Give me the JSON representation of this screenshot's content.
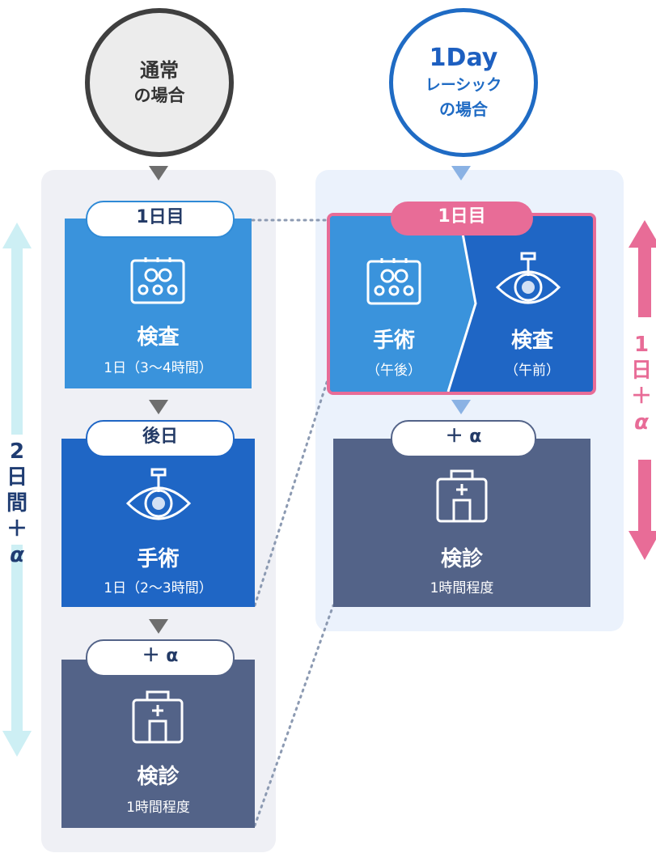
{
  "normal": {
    "header": {
      "line1": "通常",
      "line2": "の場合"
    },
    "steps": [
      {
        "tag": "1日目",
        "title": "検査",
        "sub": "1日（3〜4時間）"
      },
      {
        "tag": "後日",
        "title": "手術",
        "sub": "1日（2〜3時間）"
      },
      {
        "tag": "＋ α",
        "title": "検診",
        "sub": "1時間程度"
      }
    ],
    "duration": {
      "chars": [
        "2",
        "日",
        "間",
        "＋",
        "α"
      ]
    }
  },
  "oneday": {
    "header": {
      "line1": "1Day",
      "line2": "レーシック",
      "line3": "の場合"
    },
    "tag": "1日目",
    "left": {
      "title": "手術",
      "sub": "（午後）"
    },
    "right": {
      "title": "検査",
      "sub": "（午前）"
    },
    "followup": {
      "tag": "＋ α",
      "title": "検診",
      "sub": "1時間程度"
    },
    "duration": {
      "chars": [
        "1",
        "日",
        "＋",
        "α"
      ]
    }
  },
  "icons": {
    "exam": "eye-chart-icon",
    "surgery": "laser-eye-icon",
    "checkup": "medical-building-icon"
  },
  "colors": {
    "light_blue": "#3a93dc",
    "mid_blue": "#1f66c5",
    "navy": "#536388",
    "pink": "#e86c97",
    "cyan_arrow": "#cdeff4",
    "panel_gray": "#eff0f5",
    "panel_blue": "#ebf2fc"
  }
}
